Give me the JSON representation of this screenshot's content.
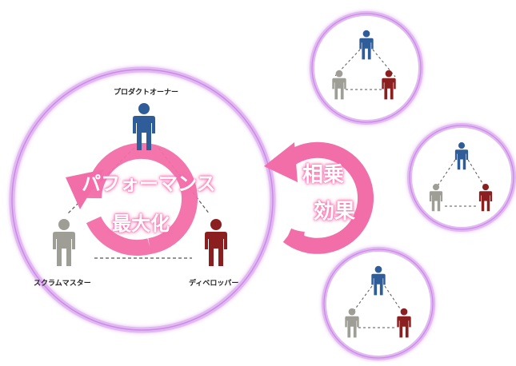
{
  "main_team": {
    "product_owner_label": "プロダクトオーナー",
    "scrum_master_label": "スクラムマスター",
    "developer_label": "ディベロッパー",
    "loop_text_line1": "パフォーマンス",
    "loop_text_line2": "最大化"
  },
  "synergy": {
    "text_line1": "相乗",
    "text_line2": "効果"
  },
  "colors": {
    "product_owner": "#2f5d99",
    "scrum_master": "#9e9e96",
    "developer": "#8b1f1f",
    "loop_pink": "#f26ea8",
    "circle_glow": "#d9a9ef"
  },
  "icons": {
    "person": "person-icon",
    "loop_arrow": "circular-arrow-icon"
  }
}
